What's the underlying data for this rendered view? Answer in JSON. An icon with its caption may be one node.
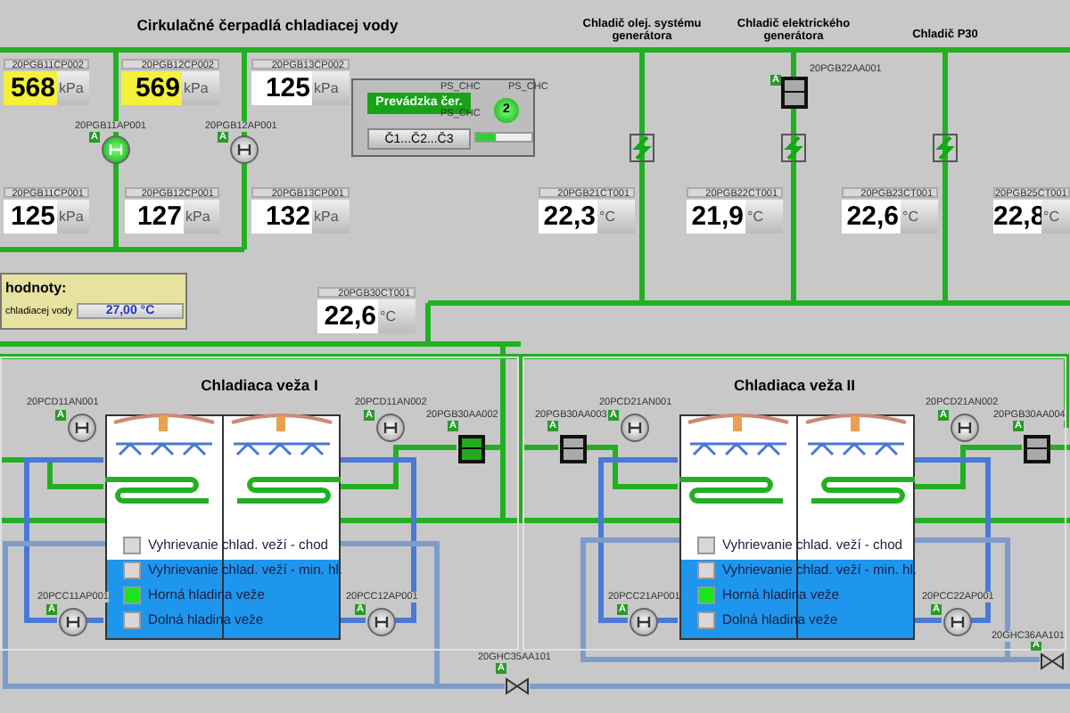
{
  "diagram": {
    "title": "Cirkulačné čerpadlá chladiacej vody",
    "nodes": [
      {
        "text": [
          "20PGB11CP002",
          "568",
          "kPa"
        ]
      },
      {
        "text": [
          "20PGB12CP002",
          "569",
          "kPa"
        ]
      },
      {
        "text": [
          "20PGB13CP002",
          "125",
          "kPa"
        ]
      },
      {
        "text": [],
        "shape": "circle",
        "beside": [
          "20PGB11AP001",
          "A"
        ]
      },
      {
        "text": [],
        "shape": "circle",
        "beside": [
          "20PGB12AP001",
          "A"
        ]
      },
      {
        "text": [
          "20PGB11CP001",
          "125",
          "kPa"
        ]
      },
      {
        "text": [
          "20PGB12CP001",
          "127",
          "kPa"
        ]
      },
      {
        "text": [
          "20PGB13CP001",
          "132",
          "kPa"
        ]
      },
      {
        "text": [
          "Prevádzka čer.",
          "2",
          "Č1...Č2...Č3"
        ]
      },
      {
        "text": [],
        "shape": "box"
      },
      {
        "text": [],
        "shape": "box"
      },
      {
        "text": [],
        "shape": "box"
      },
      {
        "text": [],
        "shape": "box",
        "beside": [
          "20PGB22AA001",
          "A"
        ]
      },
      {
        "text": [
          "20PGB21CT001",
          "22,3",
          "°C"
        ]
      },
      {
        "text": [
          "20PGB22CT001",
          "21,9",
          "°C"
        ]
      },
      {
        "text": [
          "20PGB23CT001",
          "22,6",
          "°C"
        ]
      },
      {
        "text": [
          "20PGB25CT001",
          "22,8",
          "°C"
        ]
      },
      {
        "text": [
          "hodnoty:",
          "chladiacej vody",
          "27,00",
          "°C"
        ]
      },
      {
        "text": [
          "20PGB30CT001",
          "22,6",
          "°C"
        ]
      },
      {
        "text": [
          "Chladiaca veža I"
        ]
      },
      {
        "text": [
          "Chladiaca veža II"
        ]
      },
      {
        "text": [
          "Vyhrievanie chlad. veží - chod",
          "Vyhrievanie chlad. veží - min. hl.",
          "Horná hladina veže",
          "Dolná hladina veže"
        ],
        "in": 19
      },
      {
        "text": [
          "Vyhrievanie chlad. veží - chod",
          "Vyhrievanie chlad. veží - min. hl.",
          "Horná hladina veže",
          "Dolná hladina veže"
        ],
        "in": 20
      },
      {
        "text": [],
        "shape": "circle",
        "in": 19,
        "beside": [
          "20PCD11AN001",
          "A"
        ]
      },
      {
        "text": [],
        "shape": "circle",
        "in": 19,
        "beside": [
          "20PCD11AN002",
          "A"
        ]
      },
      {
        "text": [],
        "shape": "circle",
        "in": 20,
        "beside": [
          "20PCD21AN001",
          "A"
        ]
      },
      {
        "text": [],
        "shape": "circle",
        "in": 20,
        "beside": [
          "20PCD21AN002",
          "A"
        ]
      },
      {
        "text": [],
        "shape": "box",
        "in": 19,
        "beside": [
          "20PGB30AA002",
          "A"
        ]
      },
      {
        "text": [],
        "shape": "box",
        "in": 20,
        "beside": [
          "20PGB30AA003",
          "A"
        ]
      },
      {
        "text": [],
        "shape": "box",
        "in": 20,
        "beside": [
          "20PGB30AA004",
          "A"
        ]
      },
      {
        "text": [],
        "shape": "circle",
        "in": 19,
        "beside": [
          "20PCC11AP001",
          "A"
        ]
      },
      {
        "text": [],
        "shape": "circle",
        "in": 19,
        "beside": [
          "20PCC12AP001",
          "A"
        ]
      },
      {
        "text": [],
        "shape": "circle",
        "in": 20,
        "beside": [
          "20PCC21AP001",
          "A"
        ]
      },
      {
        "text": [],
        "shape": "circle",
        "in": 20,
        "beside": [
          "20PCC22AP001",
          "A"
        ]
      },
      {
        "text": [],
        "shape": "bowtie",
        "beside": [
          "20GHC35AA101",
          "A"
        ]
      },
      {
        "text": [],
        "shape": "bowtie",
        "beside": [
          "20GHC36AA101",
          "A"
        ]
      }
    ],
    "labels": [
      "Chladič olej. systému generátora",
      "Chladič elektrického generátora",
      "Chladič P30",
      "PS_CHC",
      "PS_CHC",
      "PS_CHC"
    ]
  }
}
